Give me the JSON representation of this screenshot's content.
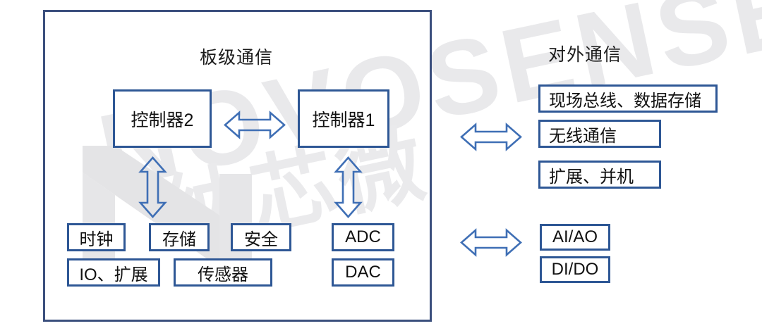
{
  "diagram": {
    "title_board": "板级通信",
    "title_external": "对外通信",
    "watermark": {
      "text_en": "NOVOSENSE",
      "text_cn": "纳芯微",
      "logo": "n-logo-watermark"
    },
    "colors": {
      "frame_border": "#3b4f7d",
      "node_border": "#2e5795",
      "arrow_stroke": "#3f6fb5",
      "text": "#111111",
      "watermark": "#e9e9eb",
      "background": "#ffffff"
    },
    "board_group": {
      "label": "板级通信",
      "controllers": [
        {
          "id": "controller2",
          "label": "控制器2"
        },
        {
          "id": "controller1",
          "label": "控制器1"
        }
      ],
      "peripherals_row1": [
        {
          "id": "clock",
          "label": "时钟"
        },
        {
          "id": "storage",
          "label": "存储"
        },
        {
          "id": "security",
          "label": "安全"
        },
        {
          "id": "adc",
          "label": "ADC"
        }
      ],
      "peripherals_row2": [
        {
          "id": "io_expand",
          "label": "IO、扩展"
        },
        {
          "id": "sensor",
          "label": "传感器"
        },
        {
          "id": "dac",
          "label": "DAC"
        }
      ]
    },
    "external_group": {
      "label": "对外通信",
      "communication": [
        {
          "id": "fieldbus",
          "label": "现场总线、数据存储"
        },
        {
          "id": "wireless",
          "label": "无线通信"
        },
        {
          "id": "expand",
          "label": "扩展、并机"
        }
      ],
      "signals": [
        {
          "id": "ai_ao",
          "label": "AI/AO"
        },
        {
          "id": "di_do",
          "label": "DI/DO"
        }
      ]
    },
    "arrows": [
      {
        "id": "controller2-controller1",
        "direction": "bidirectional-horizontal"
      },
      {
        "id": "controller2-peripherals",
        "direction": "bidirectional-vertical"
      },
      {
        "id": "controller1-converters",
        "direction": "bidirectional-vertical"
      },
      {
        "id": "board-external-comm",
        "direction": "bidirectional-horizontal"
      },
      {
        "id": "board-external-signals",
        "direction": "bidirectional-horizontal"
      }
    ]
  }
}
